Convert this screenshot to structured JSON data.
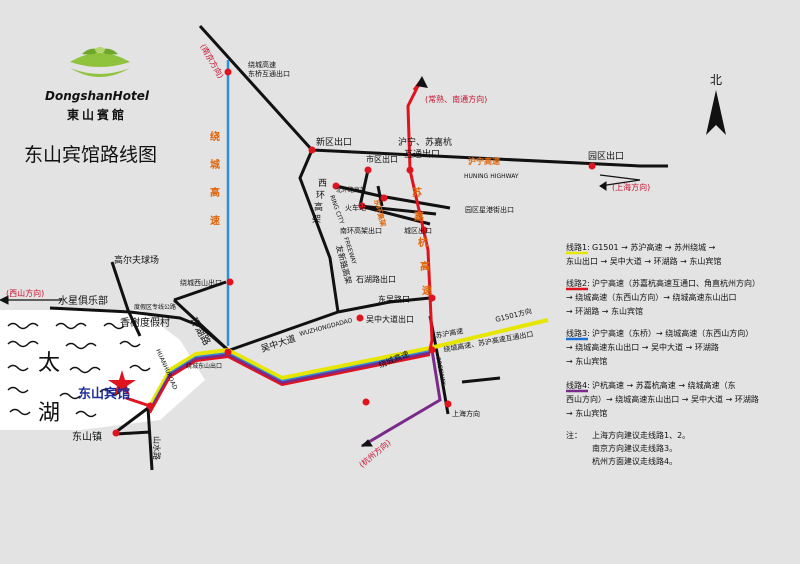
{
  "hotel": {
    "logo_en": "DongshanHotel",
    "logo_cn": "東山賓館",
    "title": "东山宾馆路线图",
    "marker_label": "东山宾馆"
  },
  "compass": {
    "label": "北"
  },
  "lake": {
    "char1": "太",
    "char2": "湖"
  },
  "directions": {
    "nanjing": "(南京方向)",
    "changshu": "(常熟、南通方向)",
    "shanghai_east": "(上海方向)",
    "xishan": "(西山方向)",
    "hangzhou": "(杭州方向)",
    "shanghai_south": "上海方向",
    "g1501": "G1501方向"
  },
  "places": {
    "raocheng_dongqiao": "绕城高速\n东桥互通出口",
    "xinqu_exit": "新区出口",
    "shiqu_exit": "市区出口",
    "huning_suzhou": "沪宁、苏嘉杭\n互通出口",
    "yuanqu_exit": "园区出口",
    "huning_cn": "沪宁高速",
    "huning_en": "HUNING HIGHWAY",
    "beihuan": "北环路高架",
    "huochezhan": "火车站",
    "yuanqu_xingang": "园区星港街出口",
    "nanhuan_exit": "南环高架出口",
    "chengqu_exit": "城区出口",
    "xihuan_gaojia": "西环高架",
    "ring_city_en": "RING CITY",
    "youxin_gaojia": "友新路高架",
    "freeway_1": "FREEWAY",
    "dongqiu": "东环",
    "shihu_exit": "石湖路出口",
    "dongwu_exit": "东吴路口",
    "wuzhong_exit": "吴中大道出口",
    "wuzhongdadao_en": "WUZHONGDADAO",
    "wuzhongdadao": "吴中大道",
    "suhu_gaosu": "苏沪高速",
    "raocheng_suhu": "绕城高速、苏沪高速互通出口",
    "raocheng_gaosu": "绕城高速",
    "freeway_2": "FREEWAY",
    "gaoerfu": "高尔夫球场",
    "raocheng_xishan": "绕城西山出口",
    "dujiaqu": "度假区专线公路",
    "shuixing": "水星俱乐部",
    "xiangshan": "香榭度假村",
    "huanhu_lu": "环湖路",
    "huanhubolu": "HUANHUROAD",
    "raocheng_dongshan": "绕城东山出口",
    "dongshanzhen": "东山镇",
    "shanshui_lu": "山水路",
    "raocheng_vert": "绕城高速",
    "sujiahang_vert": "苏嘉杭高速",
    "dongxue": "东环高架"
  },
  "routes": [
    {
      "label": "线路1:",
      "color": "#e6e600",
      "lines": [
        "G1501 → 苏沪高速 → 苏州绕城 →",
        "东山出口 → 吴中大道 → 环湖路 → 东山宾馆"
      ]
    },
    {
      "label": "线路2:",
      "color": "#e0141e",
      "lines": [
        "沪宁高速（苏嘉杭高速互通口、角直杭州方向）",
        "→ 绕城高速（东西山方向）→ 绕城高速东山出口",
        "→ 环湖路 → 东山宾馆"
      ]
    },
    {
      "label": "线路3:",
      "color": "#1e6fd6",
      "lines": [
        "沪宁高速（东桥）→ 绕城高速（东西山方向）",
        "→ 绕城高速东山出口 → 吴中大道 → 环湖路",
        "→ 东山宾馆"
      ]
    },
    {
      "label": "线路4:",
      "color": "#7a2a8a",
      "lines": [
        "沪杭高速 → 苏嘉杭高速 → 绕城高速（东",
        "西山方向）→ 绕城高速东山出口 → 吴中大道 → 环湖路",
        "→ 东山宾馆"
      ]
    }
  ],
  "notes": {
    "head": "注：",
    "line1": "上海方向建议走线路1、2。",
    "line2": "南京方向建议走线路3。",
    "line3": "杭州方面建议走线路4。"
  }
}
